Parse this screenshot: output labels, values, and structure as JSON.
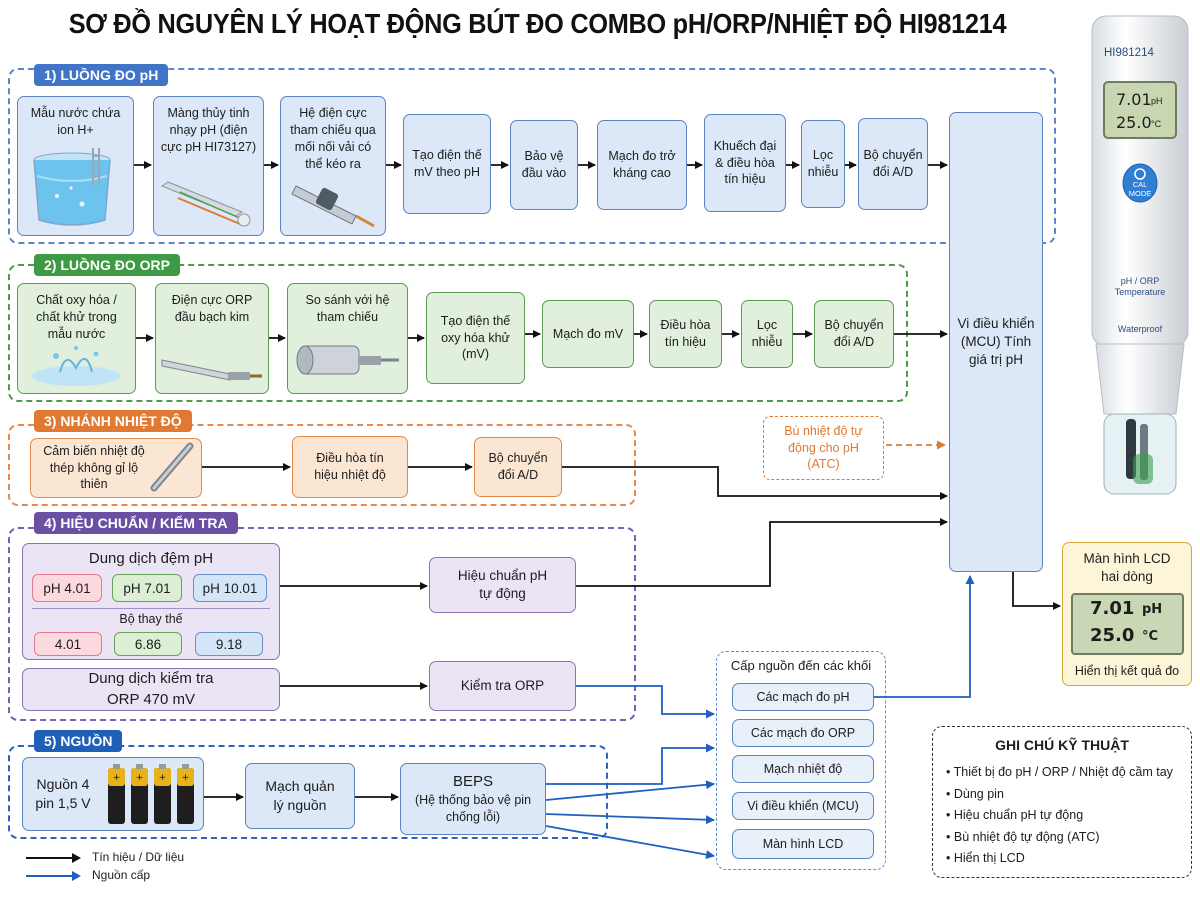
{
  "title": "SƠ ĐỒ NGUYÊN LÝ HOẠT ĐỘNG BÚT ĐO COMBO pH/ORP/NHIỆT ĐỘ HI981214",
  "sections": {
    "ph": {
      "tag": "1) LUỒNG ĐO pH",
      "sample": "Mẫu nước chứa ion H+",
      "glass": "Màng thủy tinh nhạy pH (điện cực pH HI73127)",
      "ref": "Hệ điện cực tham chiếu qua mối nối vải có thể kéo ra",
      "mv": "Tạo điện thế mV theo pH",
      "protect": "Bảo vệ đầu vào",
      "highz": "Mạch đo trở kháng cao",
      "amp": "Khuếch đại & điều hòa tín hiệu",
      "filter": "Lọc nhiễu",
      "adc": "Bộ chuyển đổi A/D"
    },
    "orp": {
      "tag": "2) LUỒNG ĐO ORP",
      "sample": "Chất oxy hóa / chất khử trong mẫu nước",
      "electrode": "Điện cực ORP đầu bạch kim",
      "compare": "So sánh với hệ tham chiếu",
      "potential": "Tạo điện thế oxy hóa khử (mV)",
      "mv": "Mạch đo mV",
      "cond": "Điều hòa tín hiệu",
      "filter": "Lọc nhiễu",
      "adc": "Bộ chuyển đổi A/D"
    },
    "temp": {
      "tag": "3) NHÁNH NHIỆT ĐỘ",
      "sensor": "Cảm biến nhiệt độ thép không gỉ lộ thiên",
      "cond": "Điều hòa tín hiệu nhiệt độ",
      "adc": "Bộ chuyển đổi A/D",
      "atc": "Bù nhiệt độ tự động cho pH (ATC)"
    },
    "cal": {
      "tag": "4) HIỆU CHUẨN / KIỂM TRA",
      "buffer_title": "Dung dịch đệm pH",
      "buffers": [
        "pH 4.01",
        "pH 7.01",
        "pH 10.01"
      ],
      "alt_title": "Bộ thay thế",
      "alts": [
        "4.01",
        "6.86",
        "9.18"
      ],
      "auto_cal": "Hiệu chuẩn pH tự động",
      "orp_solution": "Dung dịch kiểm tra ORP 470 mV",
      "orp_check": "Kiểm tra ORP"
    },
    "power": {
      "tag": "5) NGUỒN",
      "battery": "Nguồn 4 pin 1,5 V",
      "manage": "Mạch quản lý nguồn",
      "beps_title": "BEPS",
      "beps_desc": "(Hệ thống bảo vệ pin chống lỗi)"
    }
  },
  "mcu": "Vi điều khiển (MCU) Tính giá trị pH",
  "display": {
    "title": "Màn hình LCD hai dòng",
    "line1_value": "7.01",
    "line1_unit": "pH",
    "line2_value": "25.0",
    "line2_unit": "°C",
    "caption": "Hiển thị kết quả đo"
  },
  "power_dist": {
    "title": "Cấp nguồn đến các khối",
    "items": [
      "Các mạch đo pH",
      "Các mạch đo ORP",
      "Mạch nhiệt độ",
      "Vi điều khiển (MCU)",
      "Màn hình LCD"
    ]
  },
  "notes": {
    "title": "GHI CHÚ KỸ THUẬT",
    "items": [
      "Thiết bị đo pH / ORP / Nhiệt độ cầm tay",
      "Dùng pin",
      "Hiệu chuẩn pH tự động",
      "Bù nhiệt độ tự động (ATC)",
      "Hiển thị LCD"
    ]
  },
  "legend": {
    "signal": "Tín hiệu / Dữ liệu",
    "power": "Nguồn cấp"
  },
  "device": {
    "model": "HI981214",
    "screen_line1": "7.01",
    "screen_unit1": "pH",
    "screen_line2": "25.0",
    "screen_unit2": "°C",
    "button": "CAL MODE",
    "label1": "pH / ORP",
    "label2": "Temperature",
    "label3": "Waterproof"
  },
  "colors": {
    "ph": "#3f74c6",
    "orp": "#3f9a45",
    "temp": "#e07a33",
    "cal": "#6a4fa3",
    "power": "#1f5fb8",
    "signal": "#111111",
    "power_line": "#1f5fc4"
  }
}
